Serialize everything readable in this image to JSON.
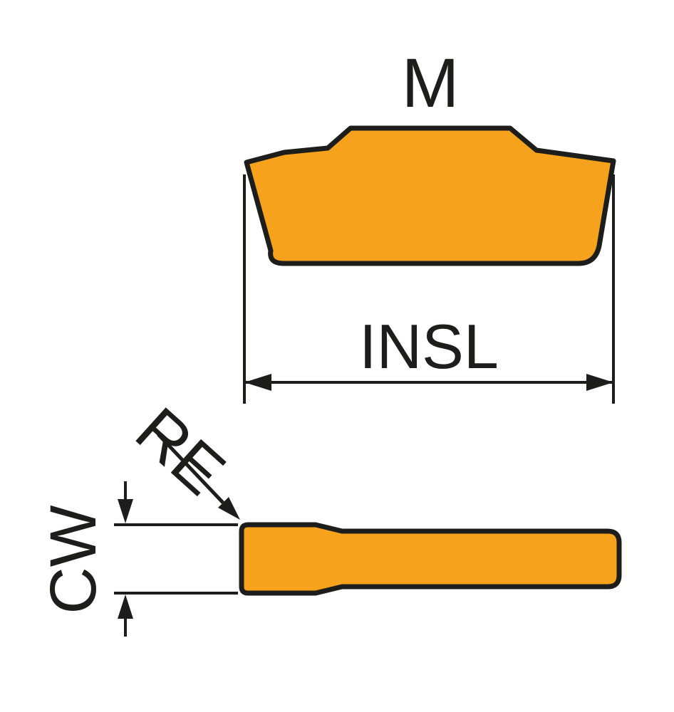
{
  "diagram": {
    "title": "M",
    "labels": {
      "insl": "INSL",
      "re": "RE",
      "cw": "CW"
    },
    "colors": {
      "insert_fill": "#F7A21C",
      "outline": "#1D1D1B",
      "text": "#1D1D1B",
      "background": "#FFFFFF"
    }
  }
}
